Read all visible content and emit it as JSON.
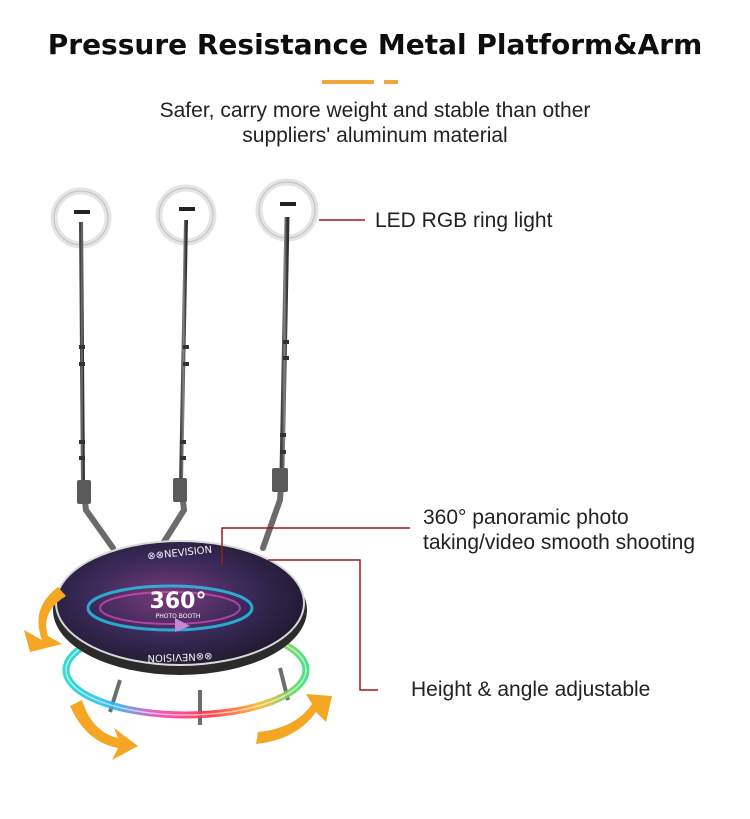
{
  "header": {
    "title": "Pressure Resistance Metal Platform&Arm",
    "subtitle_line1": "Safer, carry more weight and stable than other",
    "subtitle_line2": "suppliers' aluminum material"
  },
  "callouts": {
    "ring_light": "LED RGB ring light",
    "panoramic_line1": "360° panoramic photo",
    "panoramic_line2": "taking/video smooth shooting",
    "height_angle": "Height & angle adjustable"
  },
  "platform": {
    "brand_top": "⊗⊗NEVISION",
    "brand_bottom": "⊗⊗NEVISION",
    "badge_number": "360°",
    "badge_caption": "PHOTO BOOTH"
  },
  "colors": {
    "accent": "#f0a63d",
    "arrow": "#f5a623",
    "callout_line": "#9b1b1b"
  },
  "icons": [
    "rotation-arrow-icon",
    "ring-light-icon"
  ]
}
